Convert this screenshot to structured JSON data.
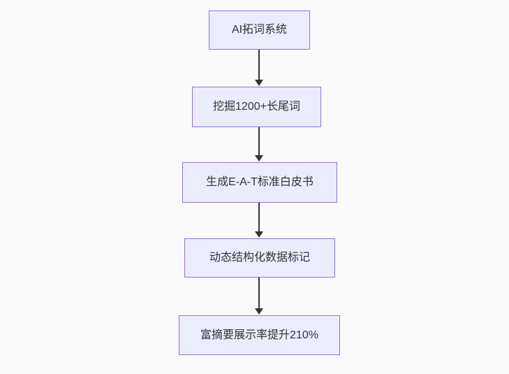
{
  "diagram": {
    "type": "flowchart",
    "direction": "top-down",
    "nodes": [
      {
        "id": "step-1",
        "label": "AI拓词系统"
      },
      {
        "id": "step-2",
        "label": "挖掘1200+长尾词"
      },
      {
        "id": "step-3",
        "label": "生成E-A-T标准白皮书"
      },
      {
        "id": "step-4",
        "label": "动态结构化数据标记"
      },
      {
        "id": "step-5",
        "label": "富摘要展示率提升210%"
      }
    ],
    "edges": [
      {
        "from": "step-1",
        "to": "step-2"
      },
      {
        "from": "step-2",
        "to": "step-3"
      },
      {
        "from": "step-3",
        "to": "step-4"
      },
      {
        "from": "step-4",
        "to": "step-5"
      }
    ],
    "colors": {
      "background": "#fafafa",
      "node_fill": "#ececff",
      "node_border": "#9370db",
      "text": "#333333",
      "arrow": "#333333"
    }
  }
}
